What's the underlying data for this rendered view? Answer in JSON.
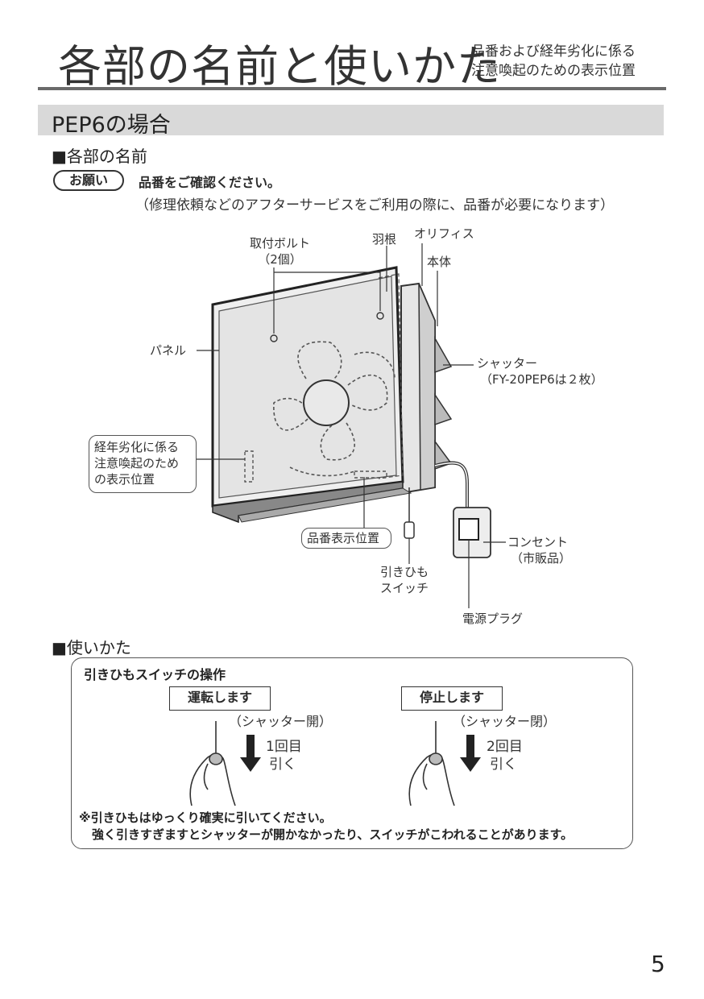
{
  "header": {
    "title": "各部の名前と使いかた",
    "subtitle_line1": "品番および経年劣化に係る",
    "subtitle_line2": "注意喚起のための表示位置"
  },
  "section": {
    "title": "PEP6の場合"
  },
  "parts": {
    "heading": "■各部の名前",
    "onegai_badge": "お願い",
    "notice": "品番をご確認ください。",
    "notice_sub": "（修理依頼などのアフターサービスをご利用の際に、品番が必要になります）"
  },
  "diagram_labels": {
    "bolt_1": "取付ボルト",
    "bolt_2": "（2個）",
    "blade": "羽根",
    "orifice": "オリフィス",
    "body": "本体",
    "panel": "パネル",
    "shutter_1": "シャッター",
    "shutter_2": "（FY-20PEP6は２枚）",
    "aging_1": "経年劣化に係る",
    "aging_2": "注意喚起のため",
    "aging_3": "の表示位置",
    "model_position": "品番表示位置",
    "pull_switch_1": "引きひも",
    "pull_switch_2": "スイッチ",
    "outlet_1": "コンセント",
    "outlet_2": "（市販品）",
    "plug": "電源プラグ"
  },
  "usage": {
    "heading": "■使いかた",
    "box_title": "引きひもスイッチの操作",
    "run": {
      "label": "運転します",
      "shutter": "（シャッター開）",
      "count": "1回目",
      "pull": "引く"
    },
    "stop": {
      "label": "停止します",
      "shutter": "（シャッター閉）",
      "count": "2回目",
      "pull": "引く"
    },
    "note_1": "※引きひもはゆっくり確実に引いてください。",
    "note_2": "強く引きすぎますとシャッターが開かなかったり、スイッチがこわれることがあります。"
  },
  "page_number": "5"
}
